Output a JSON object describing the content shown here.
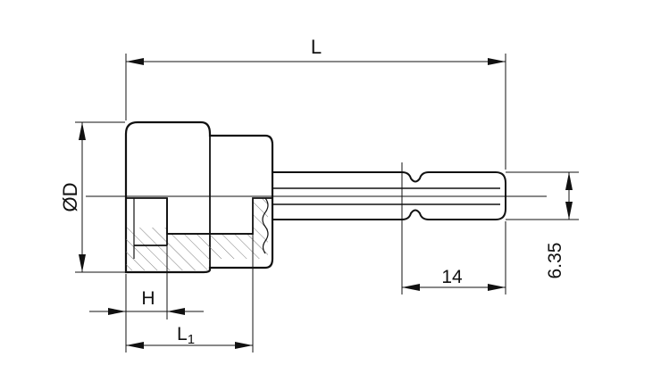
{
  "drawing": {
    "line_color": "#111111",
    "hatch_color": "#6e6e6e",
    "background": "#ffffff"
  },
  "dimensions": {
    "overall_length": "L",
    "diameter": "ØD",
    "socket_depth": "H",
    "length_1": "L1",
    "length_1_base": "L",
    "length_1_sub": "1",
    "hex_length": "14",
    "hex_size": "6.35"
  }
}
